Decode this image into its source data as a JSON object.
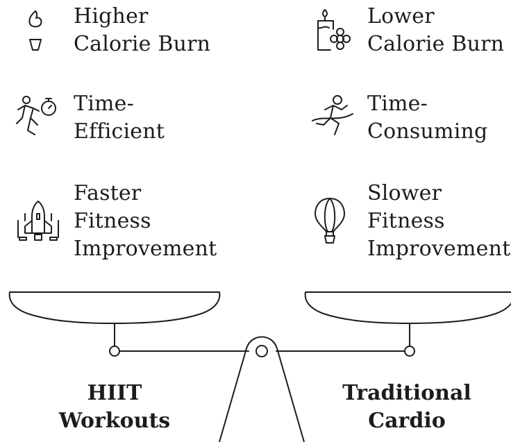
{
  "left": {
    "items": [
      {
        "icon": "torch-flame-icon",
        "lines": [
          "Higher",
          "Calorie Burn"
        ]
      },
      {
        "icon": "running-stopwatch-icon",
        "lines": [
          "Time-",
          "Efficient"
        ]
      },
      {
        "icon": "rocket-icon",
        "lines": [
          "Faster",
          "Fitness",
          "Improvement"
        ]
      }
    ],
    "caption": [
      "HIIT",
      "Workouts"
    ]
  },
  "right": {
    "items": [
      {
        "icon": "candle-flower-icon",
        "lines": [
          "Lower",
          "Calorie Burn"
        ]
      },
      {
        "icon": "runner-finish-icon",
        "lines": [
          "Time-",
          "Consuming"
        ]
      },
      {
        "icon": "hot-air-balloon-icon",
        "lines": [
          "Slower",
          "Fitness",
          "Improvement"
        ]
      }
    ],
    "caption": [
      "Traditional",
      "Cardio"
    ]
  },
  "colors": {
    "stroke": "#1c1c1c",
    "background": "#ffffff"
  }
}
